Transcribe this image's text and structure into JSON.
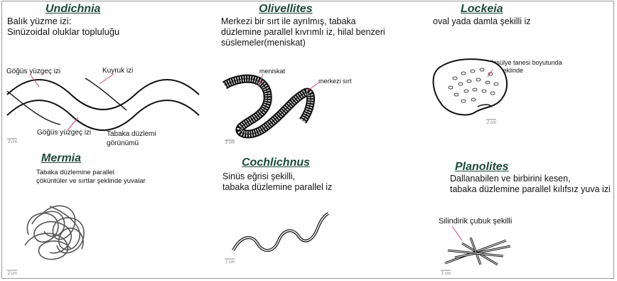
{
  "panels": {
    "undichnia": {
      "title": "Undichnia",
      "desc": "Balık yüzme izi:\nSinüzoidal oluklar topluluğu",
      "labels": [
        "Göğüs yüzgeç izi",
        "Kuyruk izi",
        "Göğüs yüzgeç izi",
        "Tabaka düzlemi\ngörünümü"
      ],
      "scale": "2 cm"
    },
    "olivellites": {
      "title": "Olivellites",
      "desc": "Merkezi bir sırt ile ayrılmış, tabaka\ndüzlemine parallel kıvrımlı iz, hilal benzeri\nsüslemeler(meniskat)",
      "labels": [
        "meniskat",
        "merkezi sırt"
      ],
      "scale": "2 cm"
    },
    "lockeia": {
      "title": "Lockeia",
      "desc": "oval yada damla şekilli iz",
      "labels": [
        "fasülye tanesi boyutunda\nve şeklinde"
      ],
      "scale": "2 cm"
    },
    "mermia": {
      "title": "Mermia",
      "desc": "Tabaka düzlemine parallel\nçöküntüler ve sırtlar şeklinde yuvalar",
      "scale": "2 cm"
    },
    "cochlichnus": {
      "title": "Cochlichnus",
      "desc": "Sinüs eğrisi şekilli,\ntabaka düzlemine parallel iz",
      "scale": "1 cm"
    },
    "planolites": {
      "title": "Planolites",
      "desc": "Dallanabilen ve birbirini kesen,\ntabaka düzlemine parallel kılıfsız yuva izi",
      "labels": [
        "Silindirik çubuk şekilli"
      ],
      "scale": "1 cm"
    }
  },
  "colors": {
    "title": "#1c4a3a",
    "pointer": "#d04a6a",
    "frame": "#9a9a9a"
  }
}
